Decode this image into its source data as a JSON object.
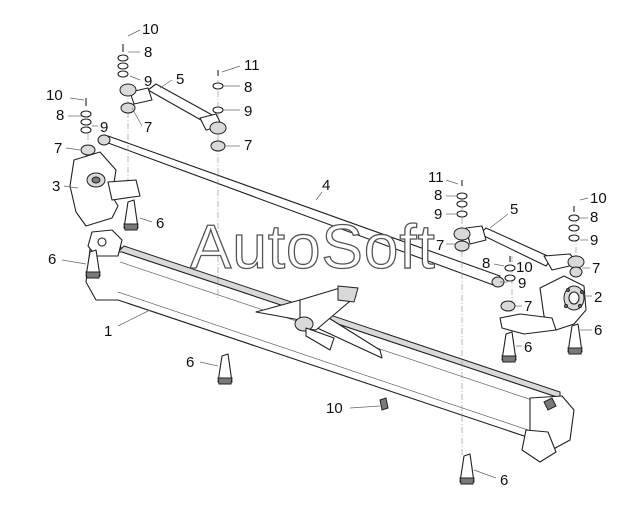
{
  "watermark": "AutoSoft",
  "callouts": {
    "c1": "1",
    "c2": "2",
    "c3": "3",
    "c4": "4",
    "c5a": "5",
    "c5b": "5",
    "c6a": "6",
    "c6b": "6",
    "c6c": "6",
    "c6d": "6",
    "c6e": "6",
    "c6f": "6",
    "c7a": "7",
    "c7b": "7",
    "c7c": "7",
    "c7d": "7",
    "c7e": "7",
    "c7f": "7",
    "c8a": "8",
    "c8b": "8",
    "c8c": "8",
    "c8d": "8",
    "c8e": "8",
    "c8f": "8",
    "c9a": "9",
    "c9b": "9",
    "c9c": "9",
    "c9d": "9",
    "c9e": "9",
    "c9f": "9",
    "c10a": "10",
    "c10b": "10",
    "c10c": "10",
    "c10d": "10",
    "c10e": "10",
    "c11a": "11",
    "c11b": "11"
  }
}
